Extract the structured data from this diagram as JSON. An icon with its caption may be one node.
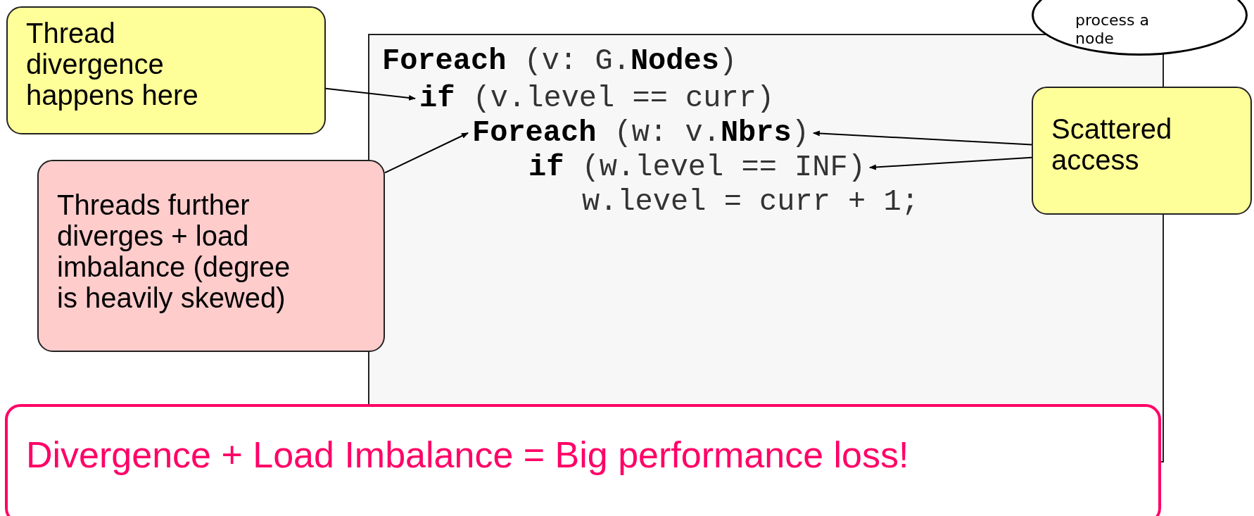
{
  "diagram": {
    "nodes": [
      {
        "text": [
          "process a node"
        ]
      },
      {
        "text": [
          "Thread divergence happens here"
        ]
      },
      {
        "text": [],
        "shape": "box"
      },
      {
        "text": [
          "**Foreach** (v: G.**Nodes**)"
        ],
        "in": 2
      },
      {
        "text": [
          "**if** (v.level == curr)"
        ],
        "in": 2
      },
      {
        "text": [
          "**Foreach** (w: v.**Nbrs**)"
        ],
        "in": 2
      },
      {
        "text": [
          "**if** (w.level == INF)"
        ],
        "in": 2
      },
      {
        "text": [
          "w.level = curr + 1;"
        ],
        "in": 2
      },
      {
        "text": [
          "Threads further diverges + load imbalance (degree is heavily skewed)"
        ]
      },
      {
        "text": [
          "Scattered access"
        ]
      },
      {
        "text": [
          "Divergence + Load Imbalance = Big performance loss!"
        ]
      }
    ],
    "edges": [
      {
        "from": 1,
        "to": 4,
        "arrow": "to"
      },
      {
        "from": 8,
        "to": 5,
        "arrow": "to"
      },
      {
        "from": 9,
        "to": 5,
        "arrow": "to"
      },
      {
        "from": 9,
        "to": 6,
        "arrow": "to"
      }
    ]
  }
}
